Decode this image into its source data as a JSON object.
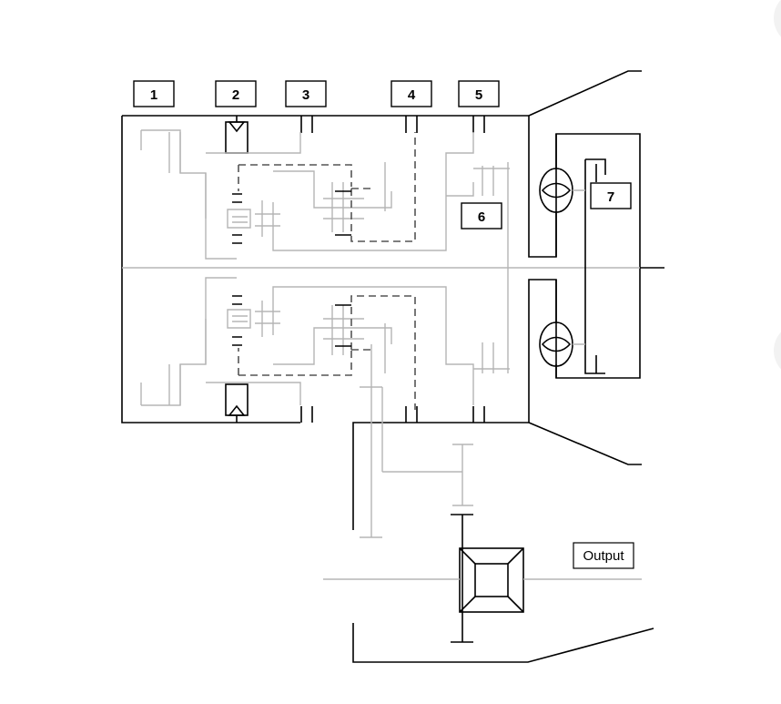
{
  "diagram": {
    "callouts": [
      {
        "id": "c1",
        "text": "1"
      },
      {
        "id": "c2",
        "text": "2"
      },
      {
        "id": "c3",
        "text": "3"
      },
      {
        "id": "c4",
        "text": "4"
      },
      {
        "id": "c5",
        "text": "5"
      },
      {
        "id": "c6",
        "text": "6"
      },
      {
        "id": "c7",
        "text": "7"
      }
    ],
    "output_label": "Output"
  },
  "colors": {
    "line": "#000000",
    "component": "#b5b5b5",
    "dashed": "#555555",
    "background": "#ffffff"
  }
}
